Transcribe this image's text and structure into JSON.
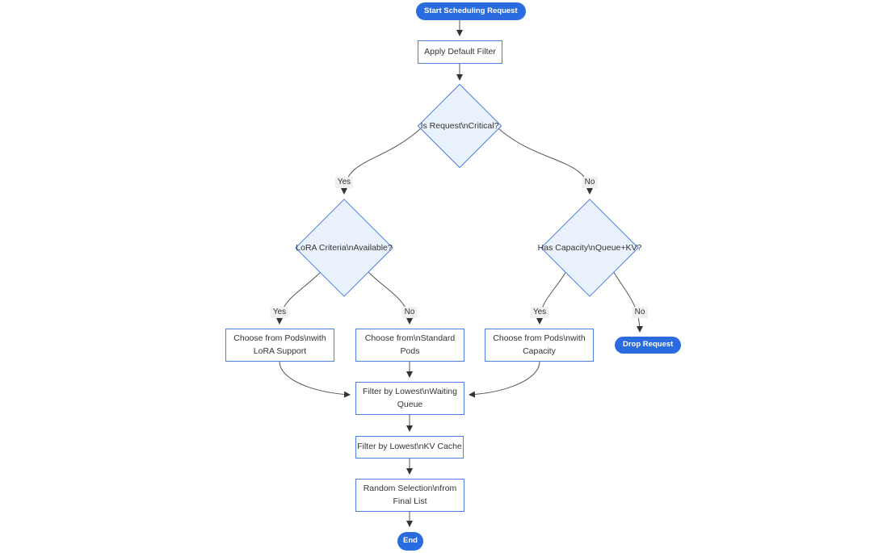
{
  "diagram": {
    "type": "flowchart",
    "colors": {
      "pill_fill": "#2a6ce0",
      "pill_text": "#ffffff",
      "node_border": "#4d7fe3",
      "node_fill": "#ffffff",
      "decision_fill": "#e9f2fc",
      "text": "#333333",
      "edge": "#555555",
      "label_bg": "#f0f0f0",
      "label_text": "#333333",
      "background": "#ffffff"
    },
    "nodes": {
      "start": {
        "label": "Start Scheduling Request",
        "shape": "stadium"
      },
      "apply_filter": {
        "label": "Apply Default Filter",
        "shape": "rect"
      },
      "is_critical": {
        "label": "Is Request\\nCritical?",
        "shape": "diamond"
      },
      "lora_available": {
        "label": "LoRA Criteria\\nAvailable?",
        "shape": "diamond"
      },
      "has_capacity": {
        "label": "Has Capacity\\nQueue+KV?",
        "shape": "diamond"
      },
      "choose_lora": {
        "lines": [
          "Choose from Pods\\nwith",
          "LoRA Support"
        ],
        "shape": "rect"
      },
      "choose_standard": {
        "lines": [
          "Choose from\\nStandard",
          "Pods"
        ],
        "shape": "rect"
      },
      "choose_capacity": {
        "lines": [
          "Choose from Pods\\nwith",
          "Capacity"
        ],
        "shape": "rect"
      },
      "drop_request": {
        "label": "Drop Request",
        "shape": "stadium"
      },
      "filter_waiting": {
        "lines": [
          "Filter by Lowest\\nWaiting",
          "Queue"
        ],
        "shape": "rect"
      },
      "filter_kv": {
        "label": "Filter by Lowest\\nKV Cache",
        "shape": "rect"
      },
      "random_selection": {
        "lines": [
          "Random Selection\\nfrom",
          "Final List"
        ],
        "shape": "rect"
      },
      "end": {
        "label": "End",
        "shape": "stadium"
      }
    },
    "edge_labels": {
      "critical_yes": "Yes",
      "critical_no": "No",
      "lora_yes": "Yes",
      "lora_no": "No",
      "capacity_yes": "Yes",
      "capacity_no": "No"
    }
  }
}
